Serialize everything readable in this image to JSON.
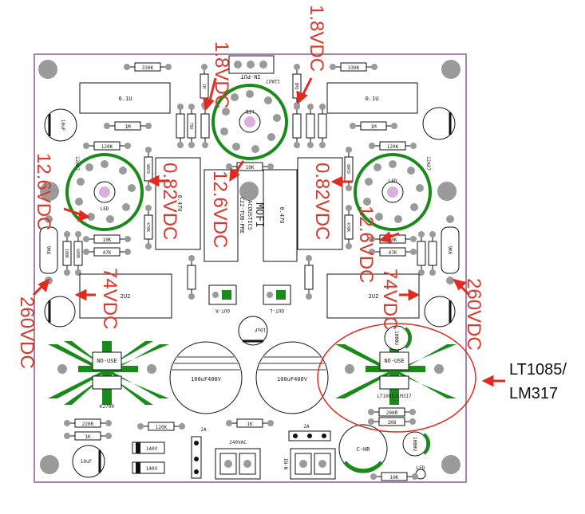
{
  "colors": {
    "board_outline": "#8e5a8e",
    "copper": "#1a8a1a",
    "silk": "#111111",
    "pad": "#9a9a9a",
    "annotation": "#e02b20",
    "white": "#ffffff"
  },
  "board": {
    "name_line1": "MOFI",
    "name_line2": "ACOUSTICS",
    "name_line3": "C22-TUB-PRE",
    "input_label": "IN-PUT",
    "out_r": "OUT-R",
    "out_l": "OUT-L",
    "ac_label": "240VAC",
    "in_n_label": "IN-N",
    "chr_label": "C-HR",
    "fuse_left": "2A",
    "fuse_right": "2A",
    "heatsink_left_label": "NO-USE",
    "heatsink_left_part": "K2700",
    "heatsink_right_label": "NO-USE",
    "heatsink_right_part": "LT1085/LM317",
    "tube_left": "12AX7",
    "tube_right": "12AX7",
    "tube_center": "12AX7",
    "led_label": "LED"
  },
  "components": {
    "r_330k_left": "330K",
    "r_330k_right": "330K",
    "c_01u_left": "0.1U",
    "c_01u_right": "0.1U",
    "r_1m_left": "1M",
    "r_1m_right": "1M",
    "r_120k_left": "120K",
    "r_120k_right": "120K",
    "r_820r_left": "820R",
    "r_820r_right": "820R",
    "r_470k_left": "470K",
    "r_470k_right": "470K",
    "c_047u_left": "0.47U",
    "c_047u_right": "0.47U",
    "r_10k_left": "10K",
    "r_10k_right": "10K",
    "r_10k_center": "10K",
    "r_47k_left": "47K",
    "r_47k_right": "47K",
    "r_100k": "100K",
    "r_680r": "680R",
    "r_9k6_left": "9K6",
    "r_9k6_right": "9K6",
    "c_2u2_left": "2U2",
    "c_2u2_right": "2U2",
    "c_10u": "10uF",
    "cap_big_left": "100uF400V",
    "cap_big_right": "100uF400V",
    "r_220r": "220R",
    "r_1k_small": "1K",
    "r_120k_bottom": "120K",
    "r_1k_bottom": "1K",
    "d_140v_a": "140V",
    "d_140v_b": "140V",
    "r_200r": "200R",
    "r_1k8": "1K8",
    "c_1000u_a": "1000U",
    "c_1000u_b": "1000U",
    "r_10k_led": "10K",
    "led_bottom": "LED",
    "r_75k": "75K",
    "r_1m_small": "1M",
    "r_8m2": "8M2"
  },
  "voltages": {
    "v_top_left": "1.8VDC",
    "v_top_right": "1.8VDC",
    "v_heater_left": "12.6VDC",
    "v_heater_center": "12.6VDC",
    "v_heater_right": "12.6VDC",
    "v_cathode_left": "0.82VDC",
    "v_cathode_right": "0.82VDC",
    "v_plate_left": "74VDC",
    "v_plate_right": "74VDC",
    "v_supply_left": "260VDC",
    "v_supply_right": "260VDC"
  },
  "callout": {
    "line1": "LT1085/",
    "line2": "LM317"
  }
}
